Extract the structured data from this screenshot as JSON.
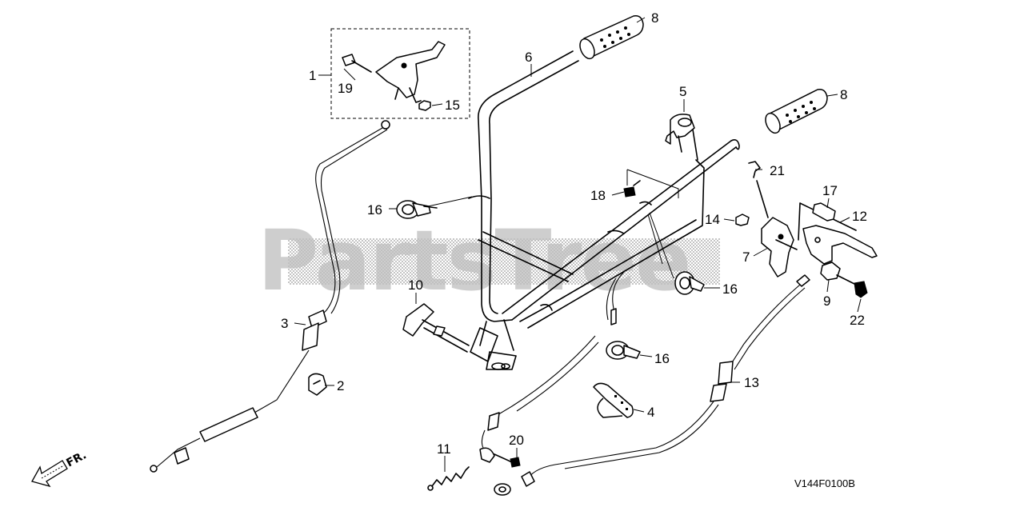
{
  "watermark": "PartsTree",
  "diagram_code": "V144F0100B",
  "front_indicator": "FR.",
  "callouts": [
    {
      "id": "1",
      "label": "1"
    },
    {
      "id": "2",
      "label": "2"
    },
    {
      "id": "3",
      "label": "3"
    },
    {
      "id": "4",
      "label": "4"
    },
    {
      "id": "5",
      "label": "5"
    },
    {
      "id": "6",
      "label": "6"
    },
    {
      "id": "7",
      "label": "7"
    },
    {
      "id": "8a",
      "label": "8"
    },
    {
      "id": "8b",
      "label": "8"
    },
    {
      "id": "9",
      "label": "9"
    },
    {
      "id": "10",
      "label": "10"
    },
    {
      "id": "11",
      "label": "11"
    },
    {
      "id": "12",
      "label": "12"
    },
    {
      "id": "13",
      "label": "13"
    },
    {
      "id": "14",
      "label": "14"
    },
    {
      "id": "15",
      "label": "15"
    },
    {
      "id": "16a",
      "label": "16"
    },
    {
      "id": "16b",
      "label": "16"
    },
    {
      "id": "16c",
      "label": "16"
    },
    {
      "id": "17",
      "label": "17"
    },
    {
      "id": "18",
      "label": "18"
    },
    {
      "id": "19",
      "label": "19"
    },
    {
      "id": "20",
      "label": "20"
    },
    {
      "id": "21",
      "label": "21"
    },
    {
      "id": "22",
      "label": "22"
    }
  ]
}
